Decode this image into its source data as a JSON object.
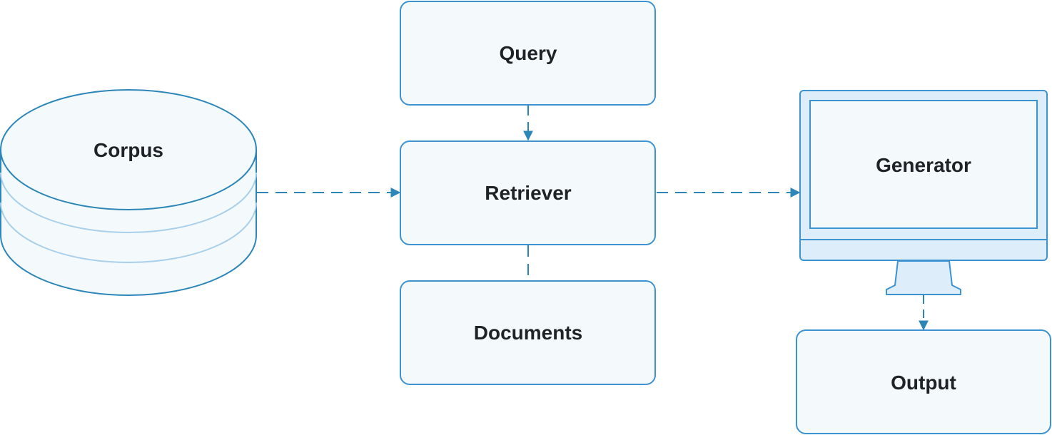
{
  "colors": {
    "stroke": "#3d93d1",
    "corpus_stroke": "#2d86b8",
    "fill": "#f4f9fc",
    "monitor_fill": "#ddeefa",
    "ring": "#a9d0ea",
    "text": "#1f2328",
    "background": "#ffffff"
  },
  "nodes": {
    "corpus": {
      "label": "Corpus"
    },
    "query": {
      "label": "Query"
    },
    "retriever": {
      "label": "Retriever"
    },
    "documents": {
      "label": "Documents"
    },
    "generator": {
      "label": "Generator"
    },
    "output": {
      "label": "Output"
    }
  },
  "edges": [
    {
      "from": "corpus",
      "to": "retriever",
      "style": "dashed",
      "arrow": true
    },
    {
      "from": "query",
      "to": "retriever",
      "style": "dashed",
      "arrow": true
    },
    {
      "from": "retriever",
      "to": "documents",
      "style": "dashed",
      "arrow": false
    },
    {
      "from": "retriever",
      "to": "generator",
      "style": "dashed",
      "arrow": true
    },
    {
      "from": "generator",
      "to": "output",
      "style": "dashed",
      "arrow": true
    }
  ]
}
